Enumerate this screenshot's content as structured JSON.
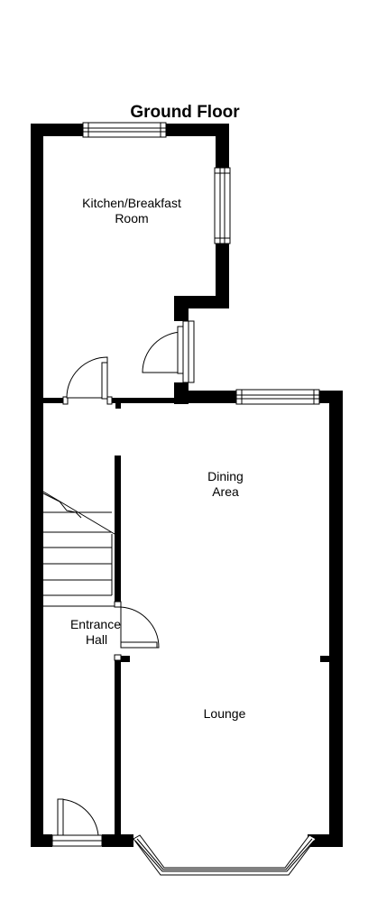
{
  "title": "Ground Floor",
  "rooms": {
    "kitchen": {
      "line1": "Kitchen/Breakfast",
      "line2": "Room"
    },
    "dining": {
      "line1": "Dining",
      "line2": "Area"
    },
    "entrance": {
      "line1": "Entrance",
      "line2": "Hall"
    },
    "lounge": {
      "line1": "Lounge"
    }
  },
  "colors": {
    "wall": "#000000",
    "background": "#ffffff"
  }
}
